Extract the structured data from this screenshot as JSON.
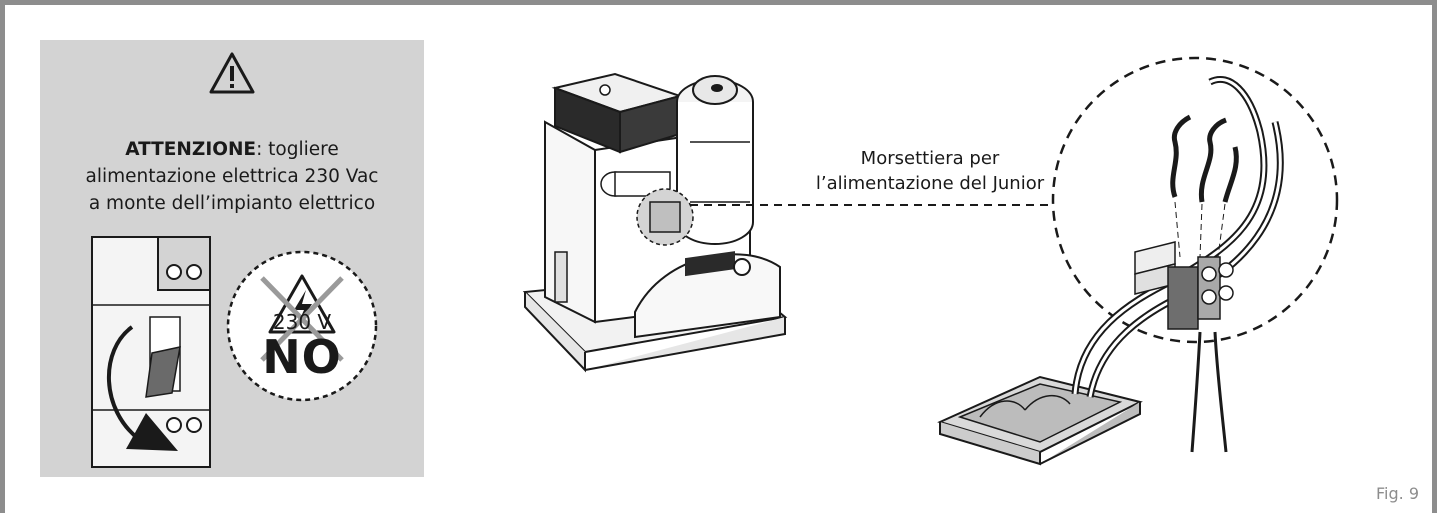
{
  "warning": {
    "heading": "ATTENZIONE",
    "text_line1": ": togliere",
    "text_line2": "alimentazione elettrica 230 Vac",
    "text_line3": "a monte dell’impianto elettrico",
    "voltage_label": "230 V",
    "no_label": "NO"
  },
  "callout": {
    "line1": "Morsettiera per",
    "line2": "l’alimentazione del Junior"
  },
  "figure": {
    "label": "Fig. 9"
  }
}
